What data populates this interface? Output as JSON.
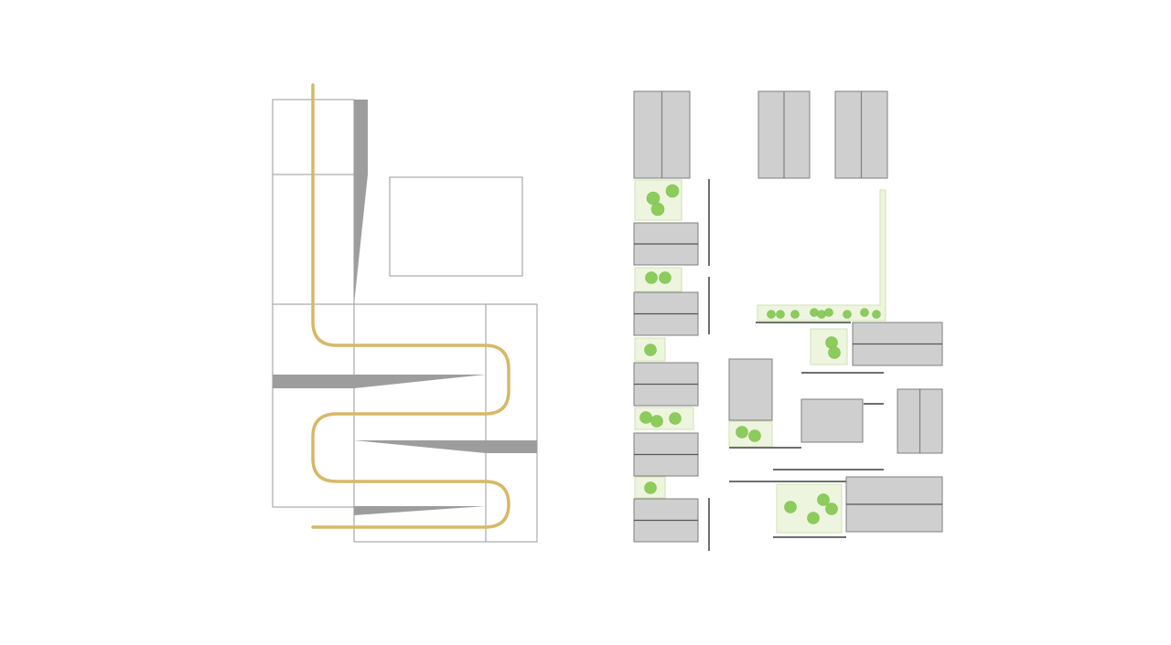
{
  "colors": {
    "background": "#ffffff",
    "outline": "#9a9a9a",
    "wedge": "#9d9d9d",
    "path": "#d6b866",
    "building_fill": "#cfcfcf",
    "building_stroke": "#7f7f7f",
    "wall": "#6e6e6e",
    "green_fill": "#eef5df",
    "green_stroke": "#cfe2b0",
    "tree": "#8ccc5c"
  },
  "diagrams": [
    {
      "name": "circulation-diagram",
      "elements": [
        "outline-blocks",
        "shadow-wedges",
        "meandering-path"
      ]
    },
    {
      "name": "site-plan",
      "elements": [
        "building-blocks",
        "green-courtyards",
        "trees",
        "walls"
      ]
    }
  ]
}
